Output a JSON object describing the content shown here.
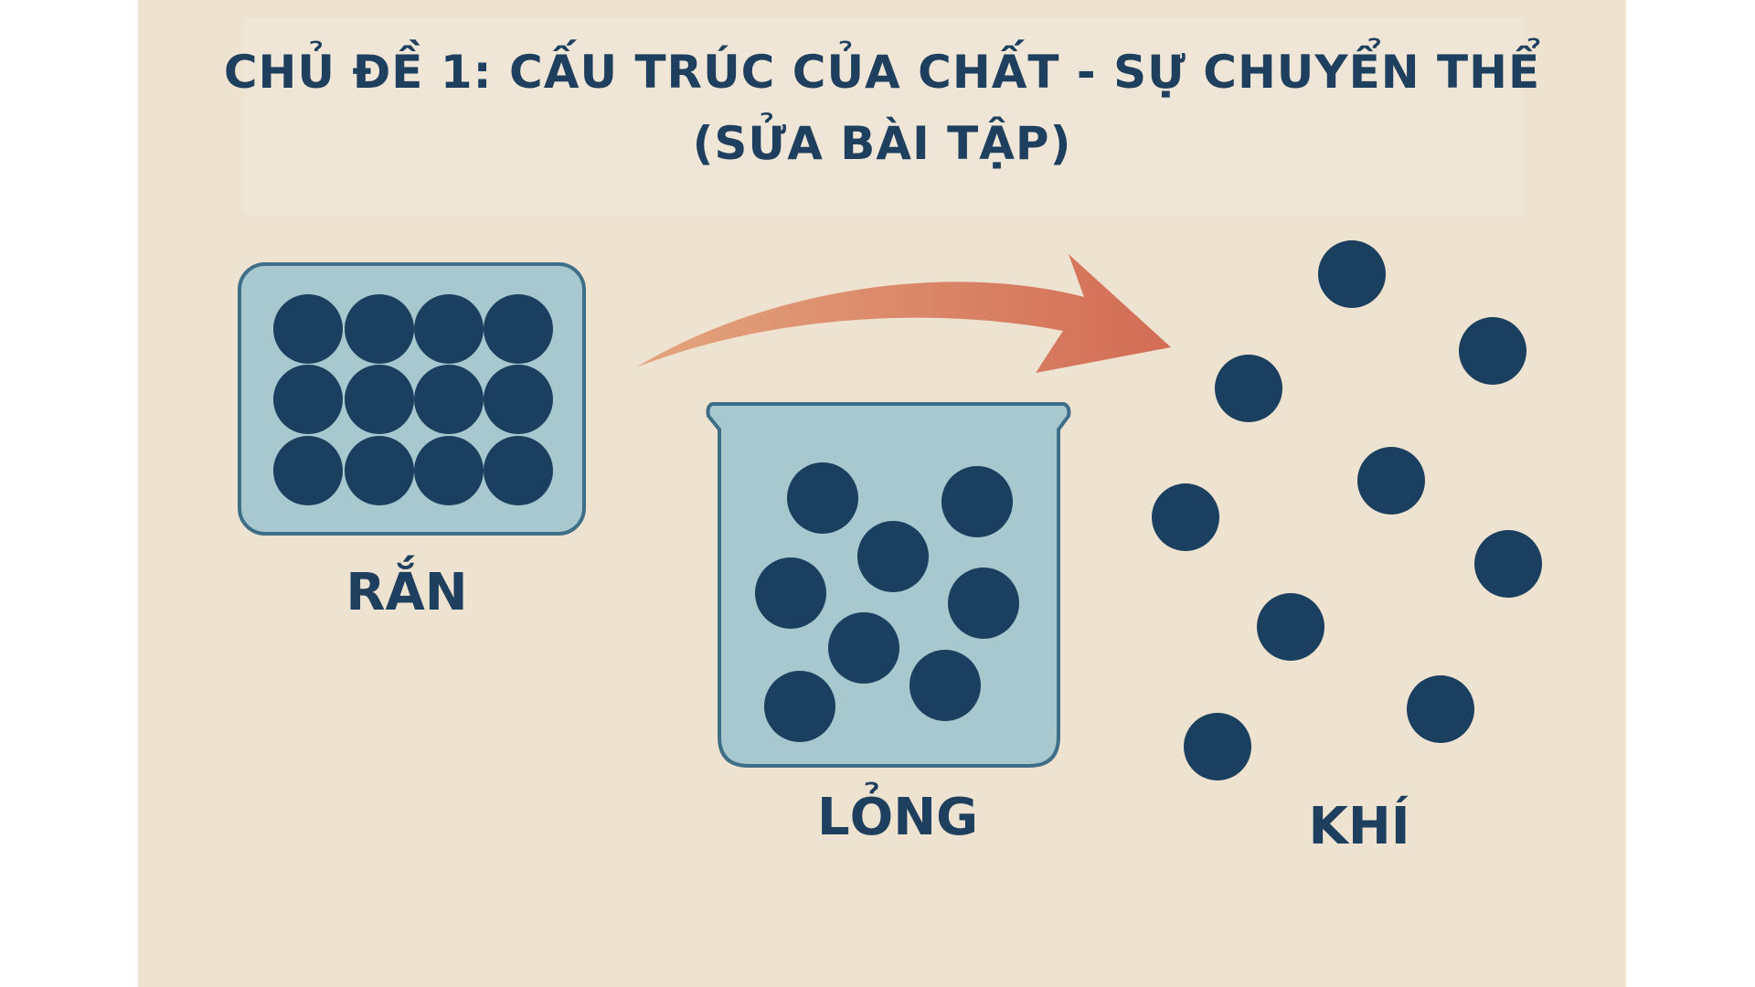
{
  "title": {
    "line1": "CHỦ ĐỀ 1: CẤU TRÚC CỦA CHẤT - SỰ CHUYỂN THỂ",
    "line2": "(SỬA BÀI TẬP)"
  },
  "states": {
    "solid": "RẮN",
    "liquid": "LỎNG",
    "gas": "KHÍ"
  },
  "colors": {
    "background": "#eee2d0",
    "container_fill": "#a8c8d0",
    "container_stroke": "#3f6f86",
    "particle": "#1b3f5f",
    "arrow": "#d36c55",
    "text": "#1e3f5e"
  }
}
